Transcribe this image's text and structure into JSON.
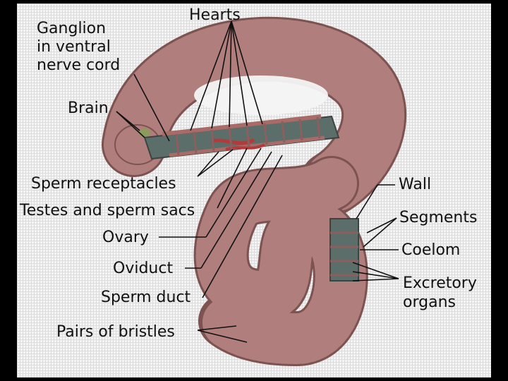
{
  "labels": {
    "hearts": "Hearts",
    "ganglion_line1": "Ganglion",
    "ganglion_line2": "in ventral",
    "ganglion_line3": "nerve cord",
    "brain": "Brain",
    "sperm_receptacles": "Sperm receptacles",
    "testes": "Testes and sperm sacs",
    "ovary": "Ovary",
    "oviduct": "Oviduct",
    "sperm_duct": "Sperm duct",
    "bristles": "Pairs of bristles",
    "wall": "Wall",
    "segments": "Segments",
    "coelom": "Coelom",
    "excretory_line1": "Excretory",
    "excretory_line2": "organs"
  },
  "colors": {
    "body": "#b07f7d",
    "body_dark": "#8a5f5e",
    "cavity": "#5c6e6a",
    "organ_red": "#b33a3a",
    "background": "#000000"
  }
}
